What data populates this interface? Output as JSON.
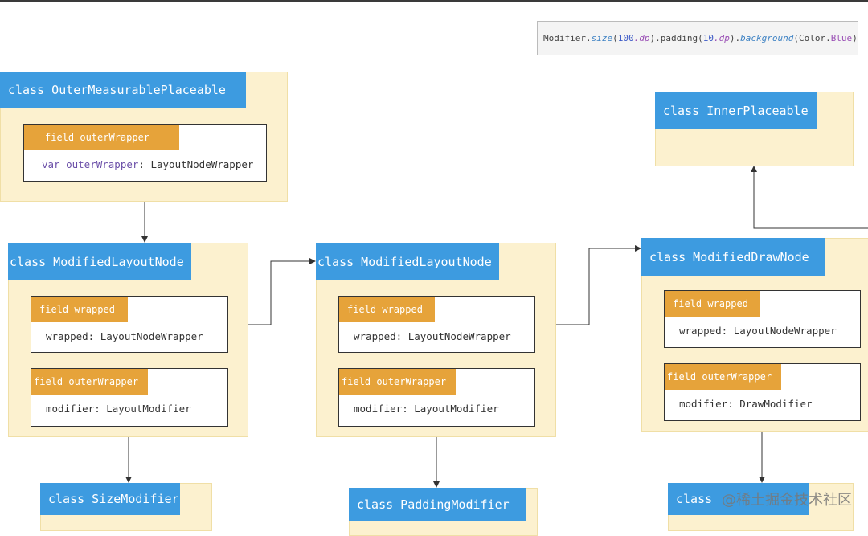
{
  "code_snippet": {
    "receiver": "Modifier.",
    "f1": "size",
    "p1": "(",
    "n1": "100",
    "u1": ".dp",
    "c1": ").padding(",
    "n2": "10",
    "u2": ".dp",
    "c2": ").",
    "f3": "background",
    "p3": "(Color.",
    "v3": "Blue",
    "end": ")"
  },
  "outer": {
    "title": "class OuterMeasurablePlaceable",
    "field_header": "field outerWrapper",
    "field_kw": "var outerWrapper",
    "field_type": ": LayoutNodeWrapper"
  },
  "inner": {
    "title": "class InnerPlaceable"
  },
  "layout1": {
    "title": "class ModifiedLayoutNode",
    "f1_header": "field wrapped",
    "f1_body": "wrapped: LayoutNodeWrapper",
    "f2_header": "field outerWrapper",
    "f2_body": "modifier: LayoutModifier"
  },
  "layout2": {
    "title": "class ModifiedLayoutNode",
    "f1_header": "field wrapped",
    "f1_body": "wrapped: LayoutNodeWrapper",
    "f2_header": "field outerWrapper",
    "f2_body": "modifier: LayoutModifier"
  },
  "draw": {
    "title": "class ModifiedDrawNode",
    "f1_header": "field wrapped",
    "f1_body": "wrapped: LayoutNodeWrapper",
    "f2_header": "field outerWrapper",
    "f2_body": "modifier: DrawModifier"
  },
  "size_mod": {
    "title": "class SizeModifier"
  },
  "padding_mod": {
    "title": "class PaddingModifier"
  },
  "bg_mod": {
    "title": "class"
  },
  "watermark": "@稀土掘金技术社区",
  "colors": {
    "class_header": "#3d9be0",
    "field_header": "#e6a33a",
    "class_bg": "#fcf1cf"
  }
}
